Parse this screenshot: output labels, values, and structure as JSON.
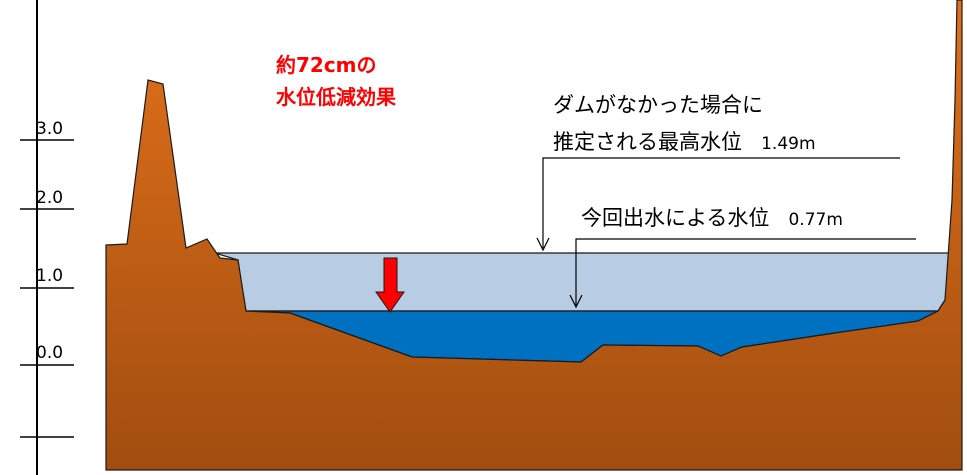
{
  "axis": {
    "ticks": [
      "3.0",
      "2.0",
      "1.0",
      "0.0"
    ]
  },
  "effect": {
    "line1": "約72cmの",
    "line2": "水位低減効果",
    "color": "#ff0000"
  },
  "annotations": {
    "no_dam": {
      "line1": "ダムがなかった場合に",
      "line2_main": "推定される最高水位",
      "line2_value": "1.49m"
    },
    "actual": {
      "main": "今回出水による水位",
      "value": "0.77m"
    }
  },
  "colors": {
    "ground_top": "#e2711b",
    "ground_bottom": "#a14d10",
    "estimated_water": "#b8cce4",
    "actual_water": "#0070c0",
    "arrow": "#ff0000"
  }
}
